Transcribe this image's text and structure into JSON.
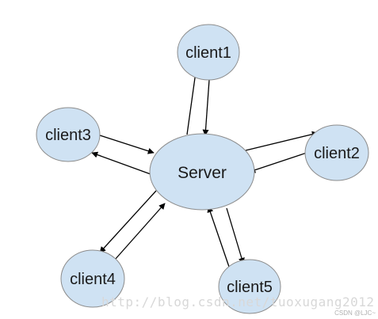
{
  "diagram": {
    "nodes": [
      {
        "id": "server",
        "label": "Server"
      },
      {
        "id": "client1",
        "label": "client1"
      },
      {
        "id": "client2",
        "label": "client2"
      },
      {
        "id": "client3",
        "label": "client3"
      },
      {
        "id": "client4",
        "label": "client4"
      },
      {
        "id": "client5",
        "label": "client5"
      }
    ],
    "edges": [
      {
        "from": "server",
        "to": "client1"
      },
      {
        "from": "client1",
        "to": "server"
      },
      {
        "from": "server",
        "to": "client2"
      },
      {
        "from": "client2",
        "to": "server"
      },
      {
        "from": "client3",
        "to": "server"
      },
      {
        "from": "server",
        "to": "client3"
      },
      {
        "from": "server",
        "to": "client4"
      },
      {
        "from": "client4",
        "to": "server"
      },
      {
        "from": "server",
        "to": "client5"
      },
      {
        "from": "client5",
        "to": "server"
      }
    ],
    "colors": {
      "node_fill": "#cfe2f3",
      "node_stroke": "#8c8c8c",
      "arrow": "#000000"
    }
  },
  "watermark": {
    "text": "http://blog.csdn.net/tuoxugang2012",
    "badge": "CSDN @LJC~"
  }
}
